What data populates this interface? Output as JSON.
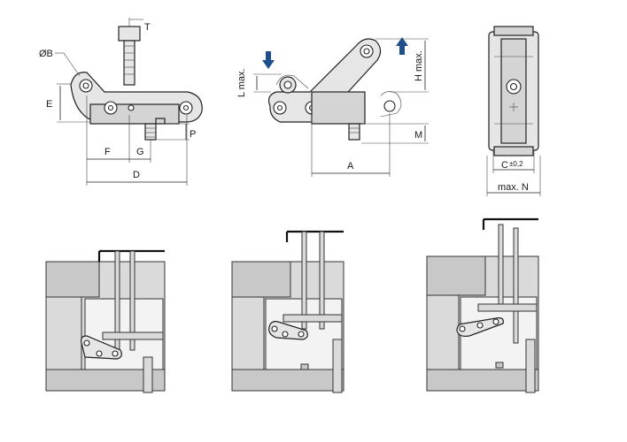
{
  "labels": {
    "T": "T",
    "B": "ØB",
    "E": "E",
    "P": "P",
    "F": "F",
    "G": "G",
    "D": "D",
    "L": "L max.",
    "H": "H max.",
    "M": "M",
    "A": "A",
    "C_letter": "C",
    "C_tol": "±0,2",
    "N": "max. N"
  },
  "colors": {
    "arrow": "#1f4e8c",
    "line": "#222222",
    "fill": "#e6e6e6"
  },
  "icons": {
    "down_arrow": "arrow-down-icon",
    "up_arrow": "arrow-up-icon"
  }
}
